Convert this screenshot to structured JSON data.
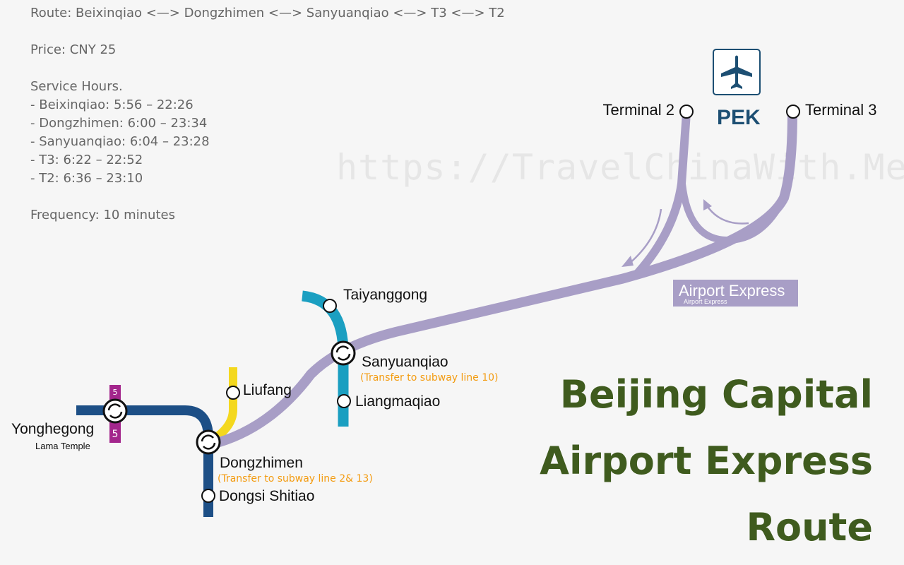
{
  "info": {
    "route": "Route: Beixinqiao <—> Dongzhimen <—> Sanyuanqiao <—> T3 <—> T2",
    "price": "Price: CNY 25",
    "service_hours_label": "Service Hours.",
    "hours": [
      "- Beixinqiao: 5:56  –  22:26",
      "- Dongzhimen: 6:00  –  23:34",
      "- Sanyuanqiao: 6:04  –  23:28",
      "- T3: 6:22  –  22:52",
      "- T2: 6:36  –  23:10"
    ],
    "frequency": "Frequency: 10 minutes"
  },
  "watermark": "https://TravelChinaWith.Me",
  "airport": {
    "code": "PEK",
    "icon": "airplane-icon"
  },
  "stations": {
    "terminal2": "Terminal 2",
    "terminal3": "Terminal 3",
    "taiyanggong": "Taiyanggong",
    "sanyuanqiao": "Sanyuanqiao",
    "sanyuanqiao_note": "(Transfer to subway line 10)",
    "liangmaqiao": "Liangmaqiao",
    "liufang": "Liufang",
    "yonghegong": "Yonghegong",
    "yonghegong_sub": "Lama Temple",
    "dongzhimen": "Dongzhimen",
    "dongzhimen_note": "(Transfer to subway line 2& 13)",
    "dongsi_shitiao": "Dongsi Shitiao"
  },
  "line_badge": {
    "main": "Airport Express",
    "sub": "Airport Express"
  },
  "title": [
    "Beijing Capital",
    "Airport Express",
    "Route"
  ],
  "colors": {
    "airport_express": "#a89ec6",
    "line10": "#1b9fc1",
    "line13": "#f4d81e",
    "line2": "#1d4f86",
    "line5": "#a3268c",
    "title": "#3f5b1e",
    "note": "#f39c12",
    "pek": "#1d4f73"
  }
}
